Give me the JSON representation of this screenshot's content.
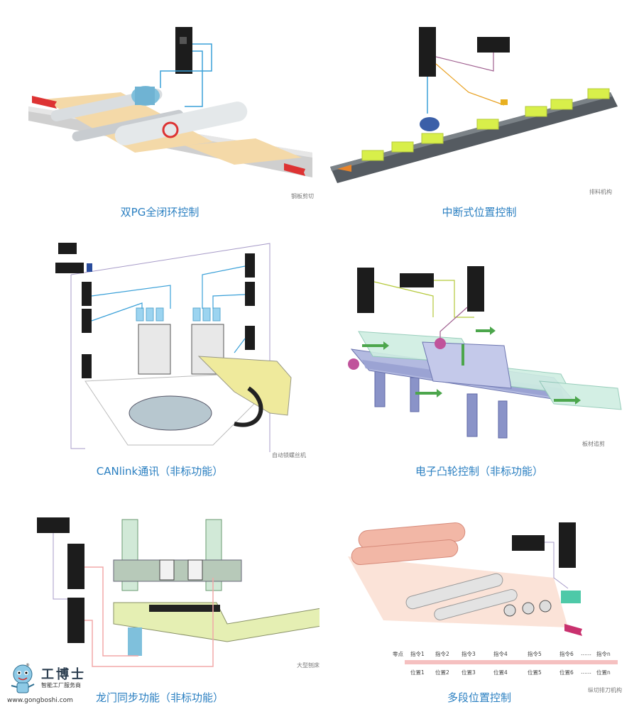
{
  "panels": [
    {
      "caption": "双PG全闭环控制",
      "tag": "钢板剪切"
    },
    {
      "caption": "中断式位置控制",
      "tag": "排料机构"
    },
    {
      "caption": "CANlink通讯（非标功能）",
      "tag": "自动锁螺丝机"
    },
    {
      "caption": "电子凸轮控制（非标功能）",
      "tag": "板材追剪"
    },
    {
      "caption": "龙门同步功能（非标功能）",
      "tag": "大型刨床"
    },
    {
      "caption": "多段位置控制",
      "tag": "纵切排刀机构"
    }
  ],
  "timeline": {
    "commands": [
      "零点",
      "指令1",
      "指令2",
      "指令3",
      "指令4",
      "指令5",
      "指令6",
      "……",
      "指令n"
    ],
    "positions": [
      "位置1",
      "位置2",
      "位置3",
      "位置4",
      "位置5",
      "位置6",
      "……",
      "位置n"
    ]
  },
  "logo": {
    "title": "工博士",
    "subtitle": "智能工厂服务商",
    "url": "www.gongboshi.com",
    "reg": "®"
  },
  "colors": {
    "caption": "#2a7fc1",
    "signal": "#3aa0d8",
    "drive": "#1c1c1c",
    "product": "#d8ef4a"
  }
}
